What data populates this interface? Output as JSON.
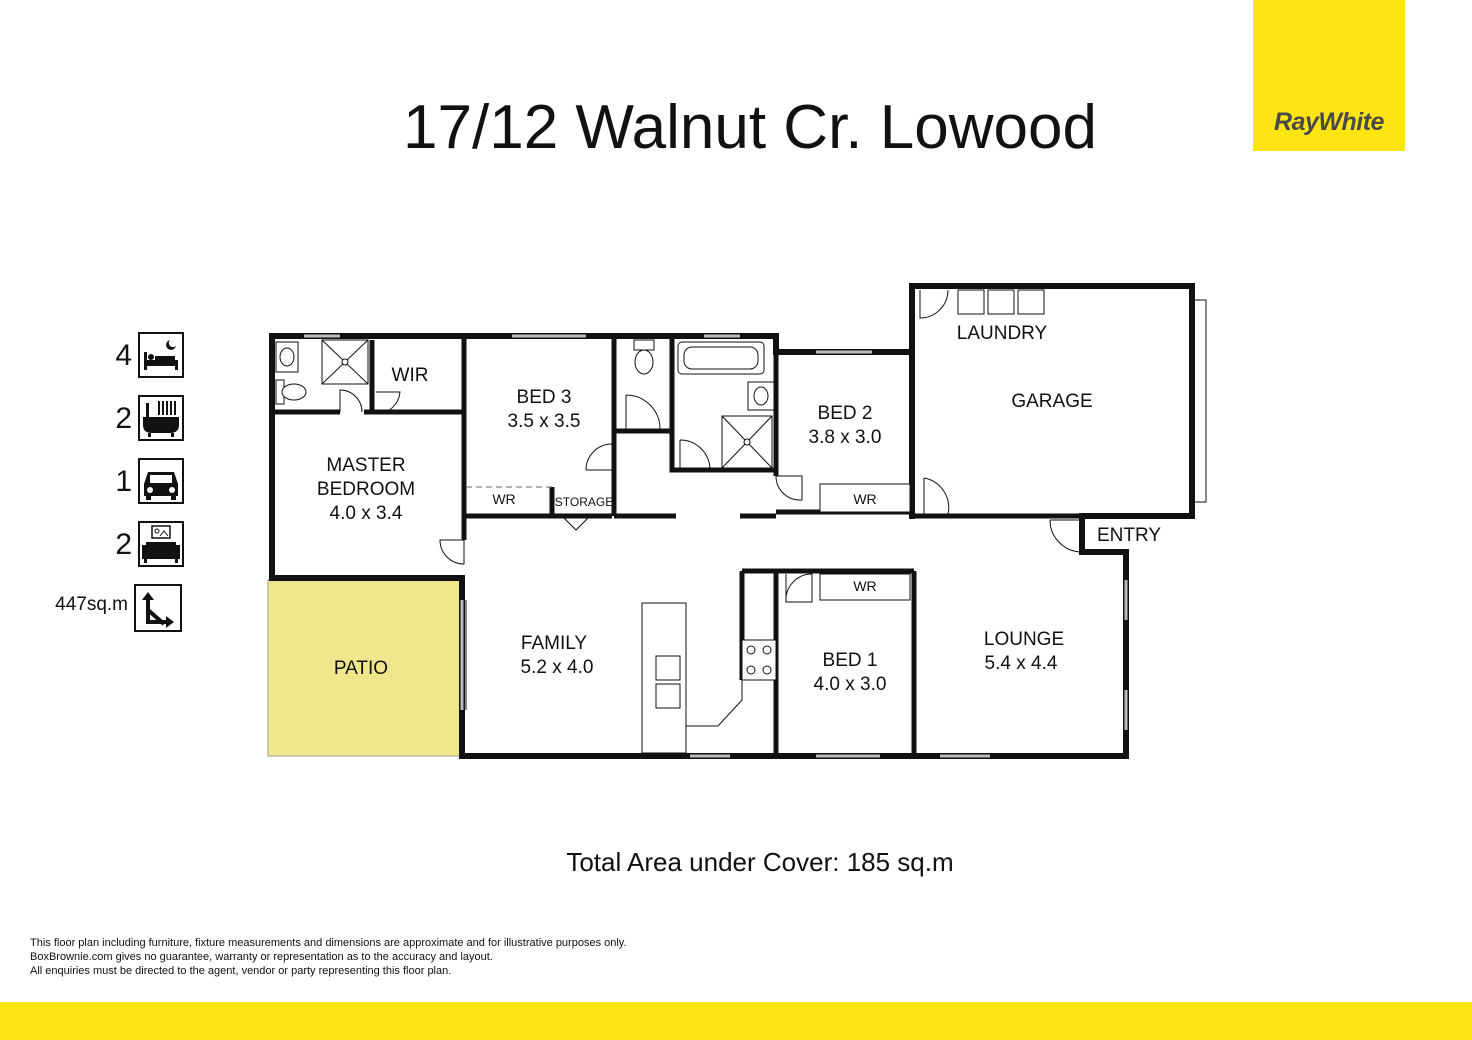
{
  "title": "17/12 Walnut Cr. Lowood",
  "brand": {
    "logo_text": "RayWhite",
    "color": "#ffe512"
  },
  "stats": [
    {
      "count": "4",
      "icon": "bed-icon"
    },
    {
      "count": "2",
      "icon": "bath-icon"
    },
    {
      "count": "1",
      "icon": "car-icon"
    },
    {
      "count": "2",
      "icon": "sofa-icon"
    },
    {
      "count": "447sq.m",
      "icon": "land-area-icon"
    }
  ],
  "rooms": {
    "wir": "WIR",
    "master_bedroom": {
      "name1": "MASTER",
      "name2": "BEDROOM",
      "size": "4.0 x 3.4"
    },
    "bed3": {
      "name": "BED 3",
      "size": "3.5 x 3.5"
    },
    "bed2": {
      "name": "BED 2",
      "size": "3.8 x 3.0"
    },
    "bed1": {
      "name": "BED 1",
      "size": "4.0 x 3.0"
    },
    "laundry": "LAUNDRY",
    "garage": "GARAGE",
    "entry": "ENTRY",
    "patio": "PATIO",
    "family": {
      "name": "FAMILY",
      "size": "5.2 x 4.0"
    },
    "lounge": {
      "name": "LOUNGE",
      "size": "5.4 x 4.4"
    },
    "wr_bed3": "WR",
    "storage": "STORAGE",
    "wr_bed2": "WR",
    "wr_bed1": "WR"
  },
  "colors": {
    "patio": "#f0e68c",
    "wall": "#111111"
  },
  "total_area": "Total Area under Cover: 185 sq.m",
  "disclaimer": [
    "This floor plan including furniture, fixture measurements and dimensions are approximate and for illustrative purposes only.",
    "BoxBrownie.com gives no guarantee, warranty or representation as to the accuracy and layout.",
    "All enquiries must be directed to the agent, vendor or party representing this floor plan."
  ]
}
